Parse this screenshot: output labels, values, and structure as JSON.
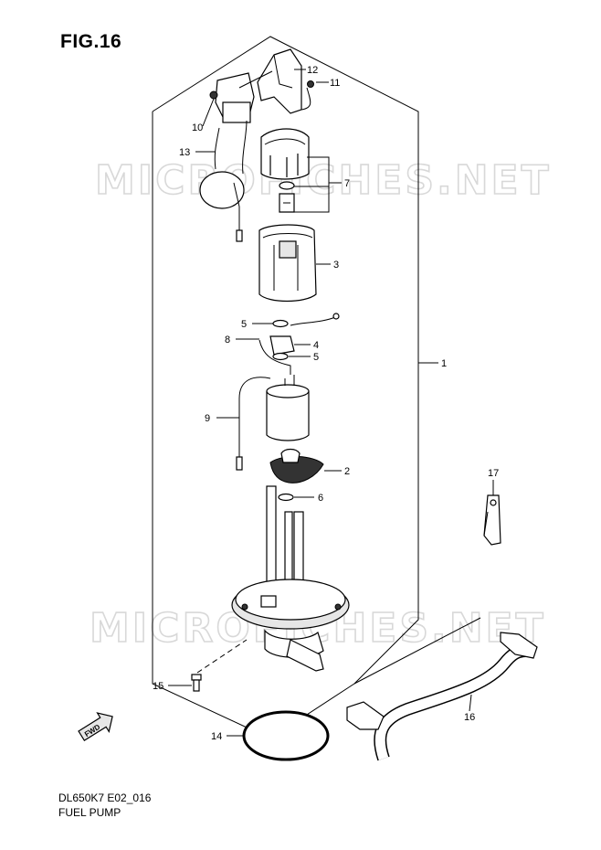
{
  "figure": {
    "title": "FIG.16",
    "model_code": "DL650K7 E02_016",
    "name": "FUEL PUMP"
  },
  "watermark": "MICROFICHES.NET",
  "callouts": [
    "1",
    "2",
    "3",
    "4",
    "5",
    "5",
    "6",
    "7",
    "8",
    "9",
    "10",
    "11",
    "12",
    "13",
    "14",
    "15",
    "16",
    "17"
  ],
  "icons": {
    "direction_arrow": "fwd-arrow-icon"
  },
  "direction_arrow_label": "FWD"
}
